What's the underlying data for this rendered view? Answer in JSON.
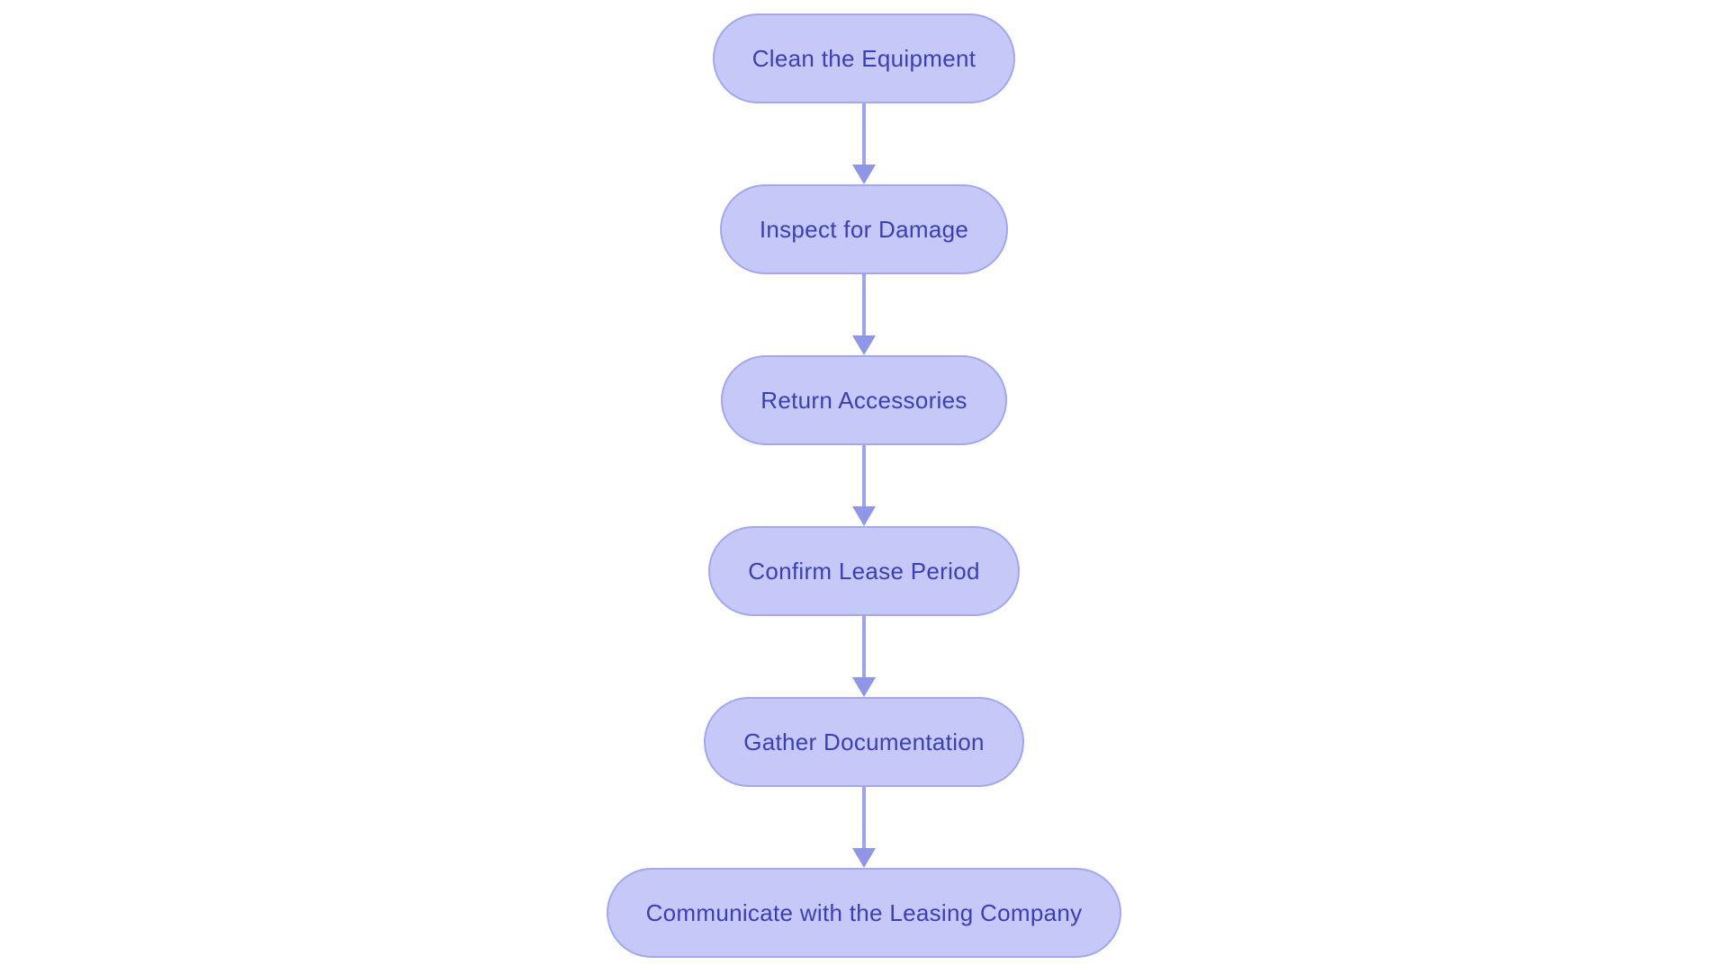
{
  "diagram": {
    "type": "flowchart",
    "direction": "top-down",
    "nodes": [
      {
        "id": 0,
        "label": "Clean the Equipment"
      },
      {
        "id": 1,
        "label": "Inspect for Damage"
      },
      {
        "id": 2,
        "label": "Return Accessories"
      },
      {
        "id": 3,
        "label": "Confirm Lease Period"
      },
      {
        "id": 4,
        "label": "Gather Documentation"
      },
      {
        "id": 5,
        "label": "Communicate with the Leasing Company"
      }
    ],
    "edges": [
      {
        "from": 0,
        "to": 1
      },
      {
        "from": 1,
        "to": 2
      },
      {
        "from": 2,
        "to": 3
      },
      {
        "from": 3,
        "to": 4
      },
      {
        "from": 4,
        "to": 5
      }
    ],
    "colors": {
      "background": "#ffffff",
      "node_fill": "#c6c9f8",
      "node_border": "#a2a7ee",
      "node_text": "#3a3fb5",
      "arrow_line": "#9fa5ec",
      "arrow_head": "#8f96e8"
    }
  }
}
